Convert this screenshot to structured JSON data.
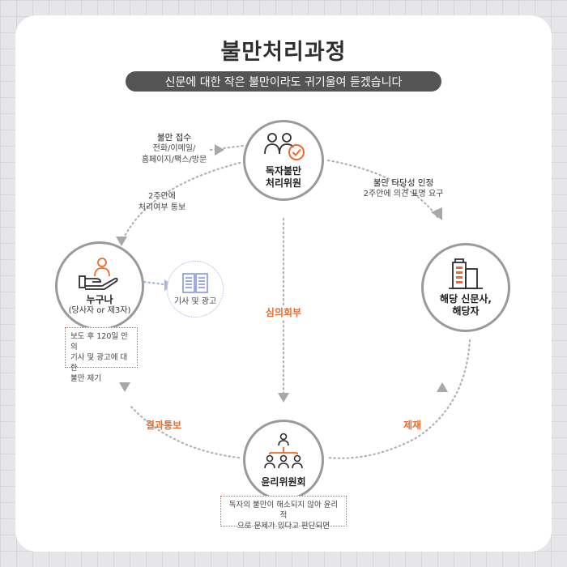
{
  "title": "불만처리과정",
  "subtitle": "신문에 대한 작은 불만이라도 귀기울여 듣겠습니다",
  "nodes": {
    "committee": {
      "label_line1": "독자불만",
      "label_line2": "처리위원",
      "icon": "people-check-icon"
    },
    "newspaper": {
      "label_line1": "해당 신문사,",
      "label_line2": "해당자",
      "icon": "buildings-icon"
    },
    "ethics": {
      "label": "윤리위원회",
      "icon": "org-chart-icon"
    },
    "anyone": {
      "label": "누구나",
      "sub": "(당사자 or 제3자)",
      "icon": "hand-person-icon"
    }
  },
  "articles_circle": {
    "label": "기사 및 광고",
    "icon": "newspaper-icon"
  },
  "steps": {
    "receipt": {
      "title": "불만 접수",
      "line1": "전화/이메일/",
      "line2": "홈페이지/팩스/방문"
    },
    "notify_two_weeks": {
      "line1": "2주안에",
      "line2": "처리여부 통보"
    },
    "validity": {
      "title": "불만 타당성 인정",
      "line1": "2주안에 의견 표명 요구"
    },
    "deliberation": "심의회부",
    "result_notice": "결과통보",
    "sanction": "제재"
  },
  "notes": {
    "anyone_note": [
      "보도 후 120일 안의",
      "기사 및 광고에 대한",
      "불만 제기"
    ],
    "ethics_note": [
      "독자의 불만이 해소되지 않아 윤리적",
      "으로 문제가 있다고 판단되면"
    ]
  },
  "colors": {
    "accent": "#ef6a2a",
    "ring": "#9a9a9a",
    "dots": "#b3b3b3",
    "arrow": "#a8a8a8",
    "pill": "#545454",
    "blue_dot": "#a9b3e0"
  }
}
